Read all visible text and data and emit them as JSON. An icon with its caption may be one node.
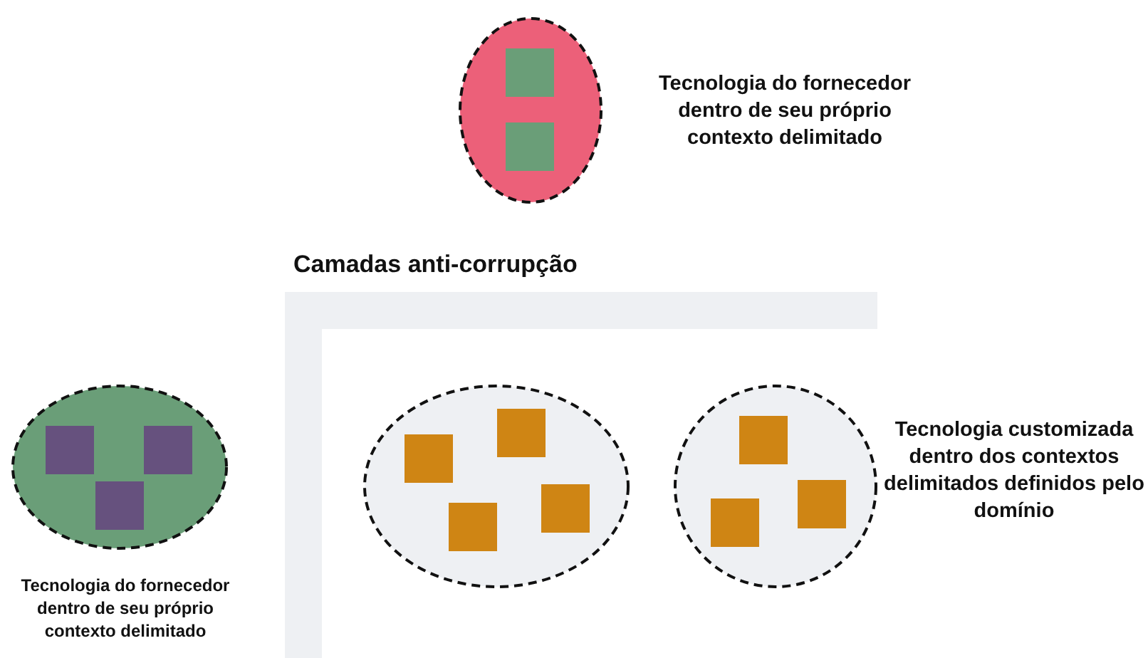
{
  "diagram": {
    "nodes": [
      {
        "text": [],
        "shape": "circle",
        "beside": [
          "Tecnologia do fornecedor dentro de seu próprio contexto delimitado"
        ]
      },
      {
        "text": [],
        "shape": "box",
        "in": 0
      },
      {
        "text": [],
        "shape": "box",
        "in": 0
      },
      {
        "text": [
          "Camadas anti-corrupção"
        ]
      },
      {
        "text": [],
        "shape": "circle",
        "beside": [
          "Tecnologia do fornecedor dentro de seu próprio contexto delimitado"
        ]
      },
      {
        "text": [],
        "shape": "box",
        "in": 4
      },
      {
        "text": [],
        "shape": "box",
        "in": 4
      },
      {
        "text": [],
        "shape": "box",
        "in": 4
      },
      {
        "text": [],
        "shape": "circle"
      },
      {
        "text": [],
        "shape": "box",
        "in": 8
      },
      {
        "text": [],
        "shape": "box",
        "in": 8
      },
      {
        "text": [],
        "shape": "box",
        "in": 8
      },
      {
        "text": [],
        "shape": "box",
        "in": 8
      },
      {
        "text": [],
        "shape": "circle",
        "beside": [
          "Tecnologia customizada dentro dos contextos delimitados definidos pelo domínio"
        ]
      },
      {
        "text": [],
        "shape": "box",
        "in": 13
      },
      {
        "text": [],
        "shape": "box",
        "in": 13
      },
      {
        "text": [],
        "shape": "box",
        "in": 13
      }
    ]
  }
}
